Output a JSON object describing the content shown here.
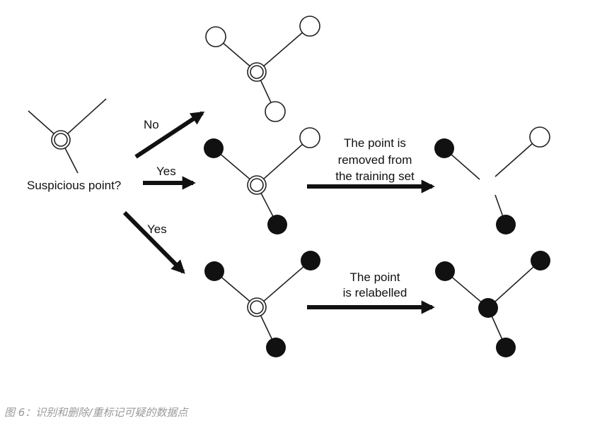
{
  "labels": {
    "question": "Suspicious point?",
    "branch_no": "No",
    "branch_yes_1": "Yes",
    "branch_yes_2": "Yes",
    "removed_line1": "The point is",
    "removed_line2": "removed from",
    "removed_line3": "the training set",
    "relabelled_line1": "The point",
    "relabelled_line2": "is relabelled"
  },
  "caption": "图 6：识别和删除/重标记可疑的数据点",
  "colors": {
    "ink": "#111111",
    "node_filled": "#111111",
    "node_empty": "#ffffff",
    "caption": "#9a9a9a"
  }
}
